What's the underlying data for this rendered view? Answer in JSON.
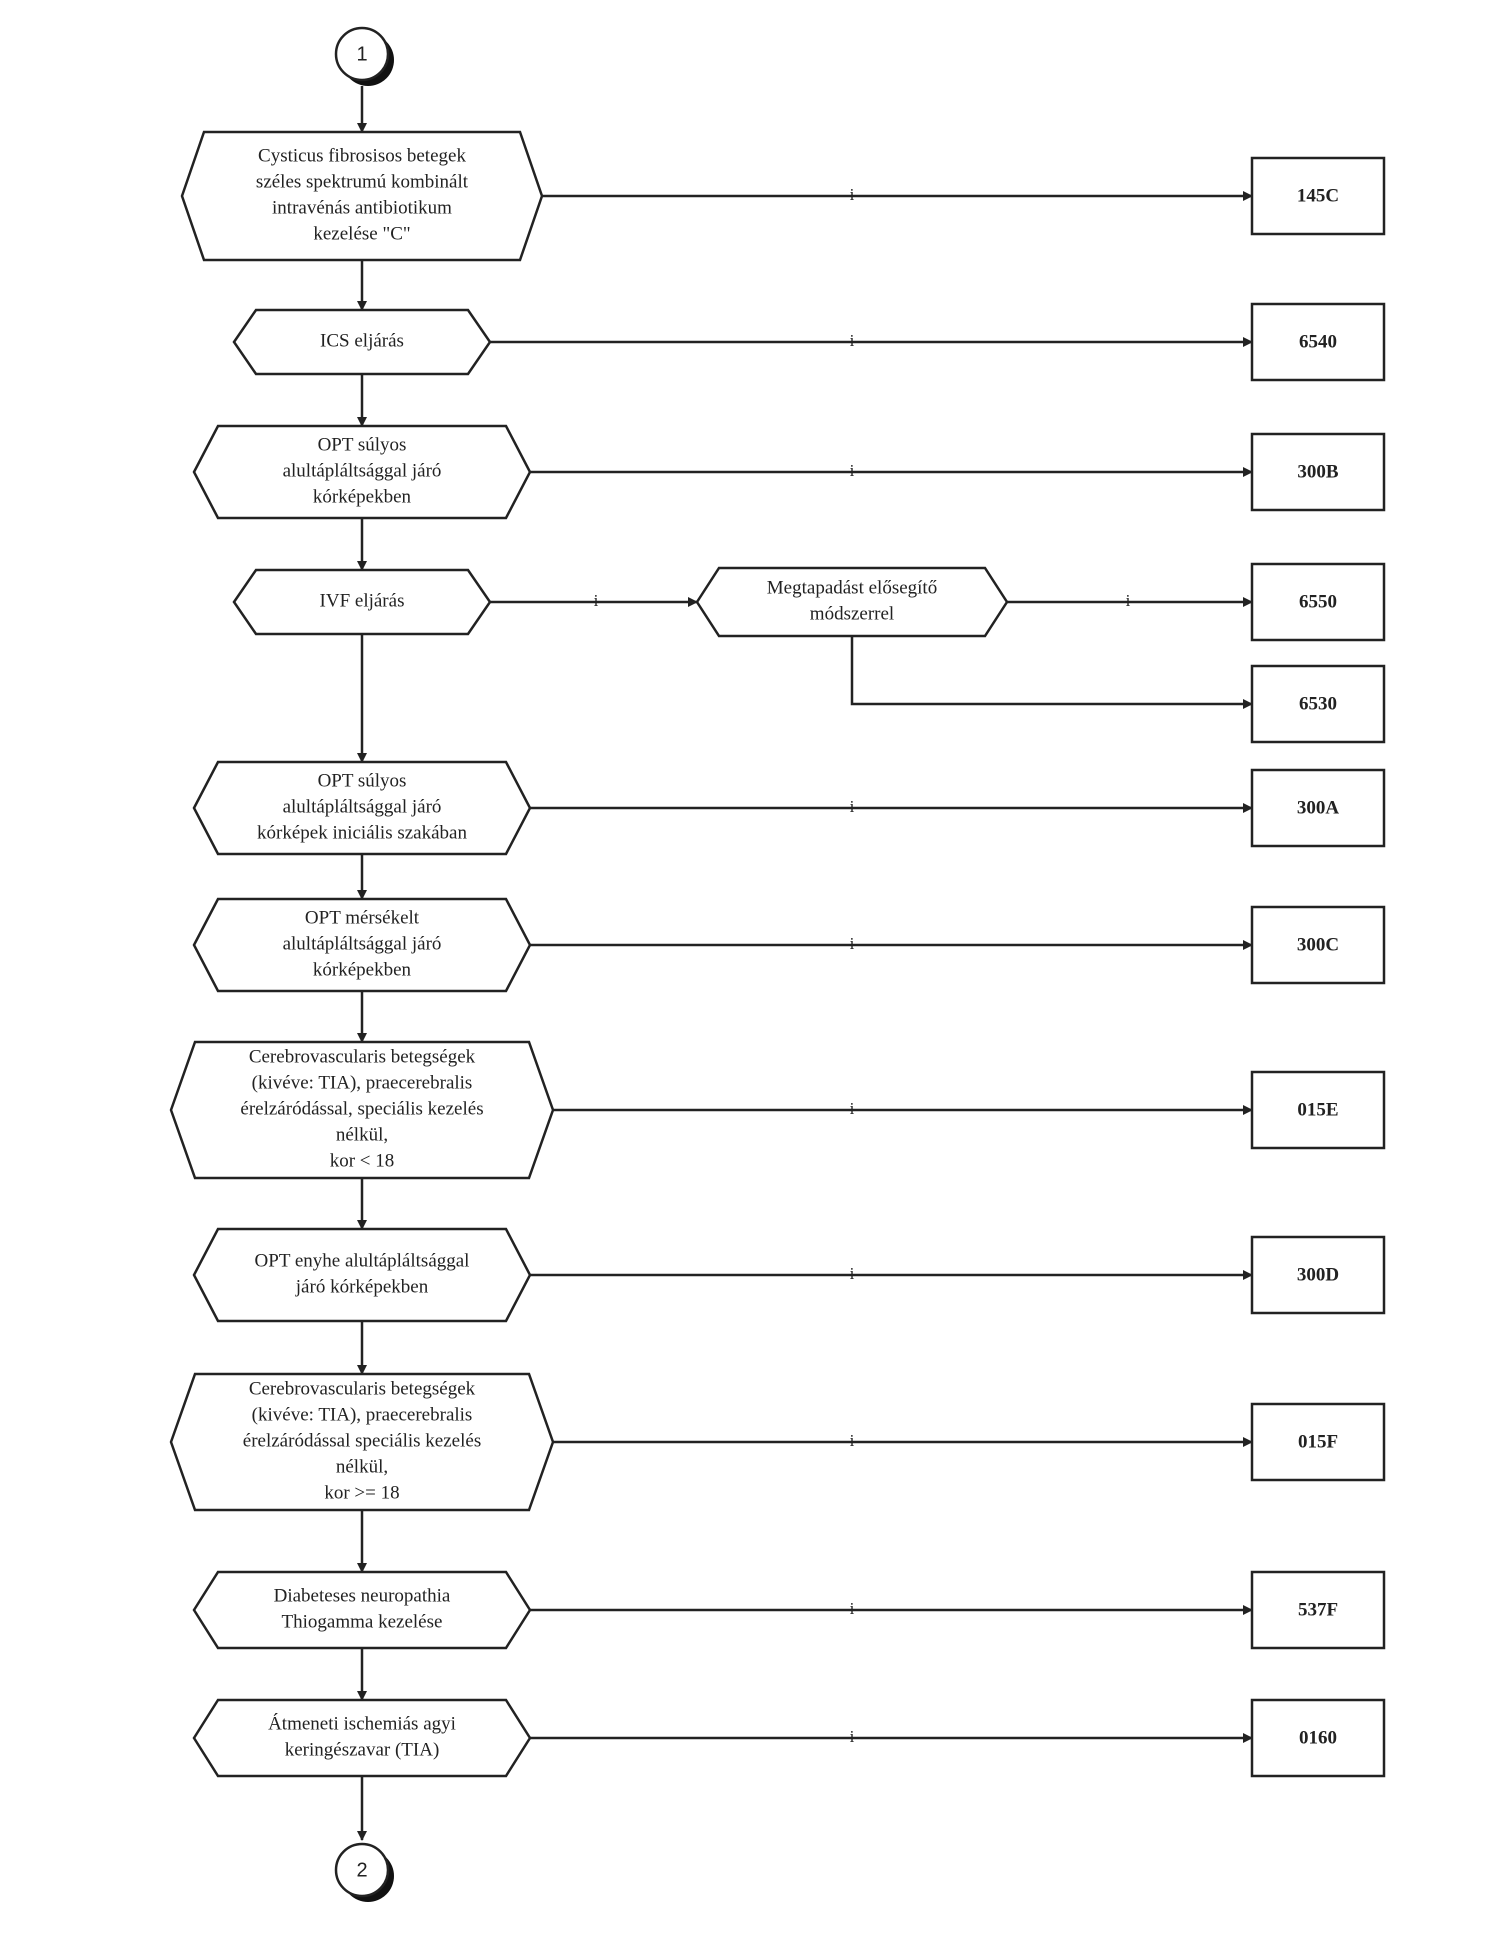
{
  "connectors": {
    "start": "1",
    "end": "2"
  },
  "decisions": [
    {
      "id": "d1",
      "lines": [
        "Cysticus fibrosisos betegek",
        "széles spektrumú kombinált",
        "intravénás antibiotikum",
        "kezelése \"C\""
      ]
    },
    {
      "id": "d2",
      "lines": [
        "ICS eljárás"
      ]
    },
    {
      "id": "d3",
      "lines": [
        "OPT súlyos",
        "alultápláltsággal járó",
        "kórképekben"
      ]
    },
    {
      "id": "d4",
      "lines": [
        "IVF eljárás"
      ]
    },
    {
      "id": "d4b",
      "lines": [
        "Megtapadást elősegítő",
        "módszerrel"
      ]
    },
    {
      "id": "d5",
      "lines": [
        "OPT súlyos",
        "alultápláltsággal járó",
        "kórképek iniciális szakában"
      ]
    },
    {
      "id": "d6",
      "lines": [
        "OPT mérsékelt",
        "alultápláltsággal járó",
        "kórképekben"
      ]
    },
    {
      "id": "d7",
      "lines": [
        "Cerebrovascularis betegségek",
        "(kivéve: TIA), praecerebralis",
        "érelzáródással, speciális kezelés",
        "nélkül,",
        "kor < 18"
      ]
    },
    {
      "id": "d8",
      "lines": [
        "OPT enyhe alultápláltsággal",
        "járó kórképekben"
      ]
    },
    {
      "id": "d9",
      "lines": [
        "Cerebrovascularis betegségek",
        "(kivéve: TIA), praecerebralis",
        "érelzáródással speciális kezelés",
        "nélkül,",
        "kor >= 18"
      ]
    },
    {
      "id": "d10",
      "lines": [
        "Diabeteses neuropathia",
        "Thiogamma kezelése"
      ]
    },
    {
      "id": "d11",
      "lines": [
        "Átmeneti ischemiás agyi",
        "keringészavar (TIA)"
      ]
    }
  ],
  "results": [
    {
      "id": "r1",
      "code": "145C"
    },
    {
      "id": "r2",
      "code": "6540"
    },
    {
      "id": "r3",
      "code": "300B"
    },
    {
      "id": "r4",
      "code": "6550"
    },
    {
      "id": "r4b",
      "code": "6530"
    },
    {
      "id": "r5",
      "code": "300A"
    },
    {
      "id": "r6",
      "code": "300C"
    },
    {
      "id": "r7",
      "code": "015E"
    },
    {
      "id": "r8",
      "code": "300D"
    },
    {
      "id": "r9",
      "code": "015F"
    },
    {
      "id": "r10",
      "code": "537F"
    },
    {
      "id": "r11",
      "code": "0160"
    }
  ],
  "edge_label": "i"
}
